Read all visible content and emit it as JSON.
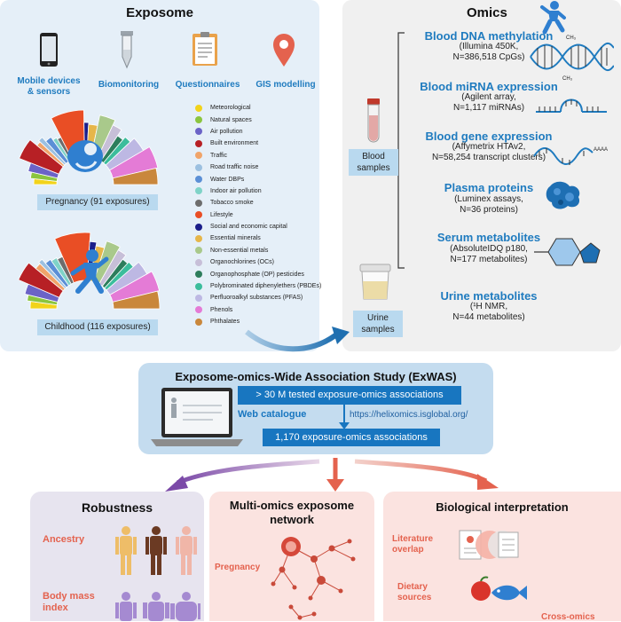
{
  "exposome": {
    "title": "Exposome",
    "sources": [
      {
        "label": "Mobile devices\n& sensors",
        "icon": "smartphone-icon"
      },
      {
        "label": "Biomonitoring",
        "icon": "test-tube-icon"
      },
      {
        "label": "Questionnaires",
        "icon": "clipboard-icon"
      },
      {
        "label": "GIS modelling",
        "icon": "map-pin-icon"
      }
    ],
    "pregnancy_label": "Pregnancy (91 exposures)",
    "childhood_label": "Childhood (116 exposures)",
    "legend": [
      {
        "label": "Meteorological",
        "color": "#f2d31b"
      },
      {
        "label": "Natural spaces",
        "color": "#8bc53f"
      },
      {
        "label": "Air pollution",
        "color": "#6b63c7"
      },
      {
        "label": "Built environment",
        "color": "#b72025"
      },
      {
        "label": "Traffic",
        "color": "#f0a46a"
      },
      {
        "label": "Road traffic noise",
        "color": "#9cc0e0"
      },
      {
        "label": "Water DBPs",
        "color": "#5b8fd6"
      },
      {
        "label": "Indoor air pollution",
        "color": "#7fd3c8"
      },
      {
        "label": "Tobacco smoke",
        "color": "#6d6d6d"
      },
      {
        "label": "Lifestyle",
        "color": "#e94e25"
      },
      {
        "label": "Social and economic capital",
        "color": "#1b1e8a"
      },
      {
        "label": "Essential minerals",
        "color": "#e6b64a"
      },
      {
        "label": "Non-essential metals",
        "color": "#a9c98b"
      },
      {
        "label": "Organochlorines (OCs)",
        "color": "#c7bfd8"
      },
      {
        "label": "Organophosphate (OP) pesticides",
        "color": "#2d7d5c"
      },
      {
        "label": "Polybrominated diphenylethers (PBDEs)",
        "color": "#3bbd9c"
      },
      {
        "label": "Perfluoroalkyl substances (PFAS)",
        "color": "#bdb8e3"
      },
      {
        "label": "Phenols",
        "color": "#e47bd6"
      },
      {
        "label": "Phthalates",
        "color": "#c9873c"
      }
    ]
  },
  "omics": {
    "title": "Omics",
    "blood_samples": "Blood\nsamples",
    "urine_samples": "Urine\nsamples",
    "items": [
      {
        "title": "Blood DNA methylation",
        "sub": "(Illumina 450K,\nN=386,518 CpGs)"
      },
      {
        "title": "Blood miRNA expression",
        "sub": "(Agilent array,\nN=1,117 miRNAs)"
      },
      {
        "title": "Blood gene expression",
        "sub": "(Affymetrix HTAv2,\nN=58,254 transcript clusters)"
      },
      {
        "title": "Plasma proteins",
        "sub": "(Luminex assays,\nN=36 proteins)"
      },
      {
        "title": "Serum metabolites",
        "sub": "(AbsoluteIDQ p180,\nN=177 metabolites)"
      },
      {
        "title": "Urine metabolites",
        "sub": "(¹H NMR,\nN=44 metabolites)"
      }
    ],
    "ch3_a": "CH₃",
    "ch3_b": "CH₃",
    "aaaa": "AAAA"
  },
  "exwas": {
    "title": "Exposome-omics-Wide Association Study (ExWAS)",
    "tested": "> 30 M tested exposure-omics associations",
    "web_label": "Web catalogue",
    "url": "https://helixomics.isglobal.org/",
    "result": "1,170 exposure-omics associations"
  },
  "robustness": {
    "title": "Robustness",
    "ancestry": "Ancestry",
    "bmi": "Body mass\nindex"
  },
  "network": {
    "title": "Multi-omics exposome\nnetwork",
    "pregnancy": "Pregnancy"
  },
  "interpretation": {
    "title": "Biological interpretation",
    "literature": "Literature\noverlap",
    "dietary": "Dietary\nsources",
    "cross": "Cross-omics"
  },
  "colors": {
    "exposome_bg": "#e5eff8",
    "omics_bg": "#f0f0f0",
    "exwas_bg": "#c4dcef",
    "robustness_bg": "#e7e4ef",
    "network_bg": "#fbe3e0",
    "interp_bg": "#fbe3e0",
    "accent_blue": "#1f7bbf",
    "accent_red": "#e4624e"
  }
}
